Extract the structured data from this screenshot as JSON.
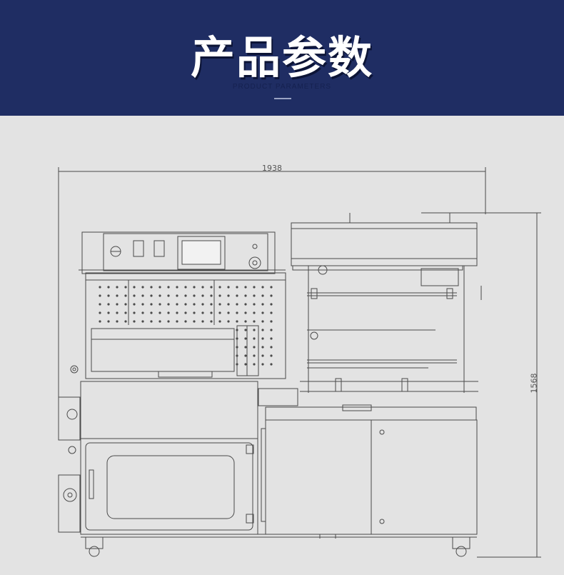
{
  "header": {
    "title": "产品参数",
    "subtitle": "PRODUCT PARAMETERS"
  },
  "drawing": {
    "width_label": "1938",
    "height_label": "1568"
  },
  "colors": {
    "banner": "#1f2d63",
    "background": "#e3e3e3",
    "line": "#4a4a4a"
  }
}
